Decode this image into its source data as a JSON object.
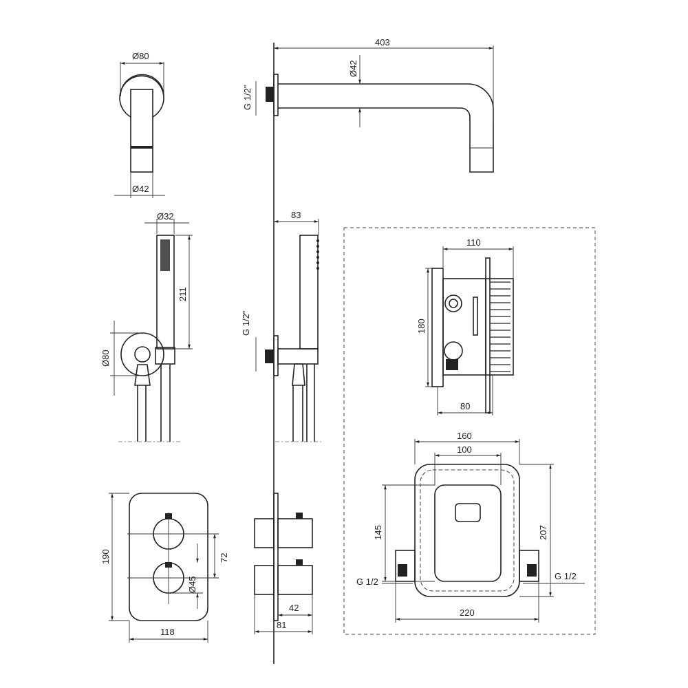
{
  "title": "Concealed thermostatic shower set – technical drawing",
  "spout": {
    "front_diameter": "Ø80",
    "front_outlet": "Ø42",
    "length": "403",
    "pipe_diameter": "Ø42",
    "thread": "G 1/2\""
  },
  "hand_shower": {
    "diameter": "Ø32",
    "height": "211",
    "holder_diameter": "Ø80",
    "projection": "83",
    "thread": "G 1/2\""
  },
  "mixer_body": {
    "width": "110",
    "height": "180",
    "depth": "80",
    "outer_width": "160",
    "inner_width": "100",
    "inner_height": "145",
    "outer_height": "207",
    "left_thread": "G 1/2",
    "right_thread": "G 1/2",
    "total_width": "220"
  },
  "thermostat": {
    "height": "190",
    "knob_spacing": "72",
    "knob_diameter": "Ø45",
    "width": "118",
    "knob_projection": "42",
    "total_projection": "81"
  },
  "colors": {
    "line": "#222222",
    "background": "#ffffff"
  }
}
